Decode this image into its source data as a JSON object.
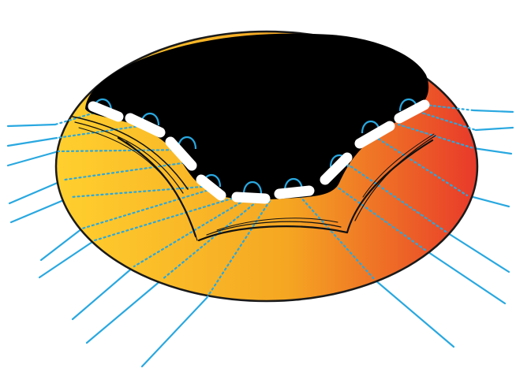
{
  "figure": {
    "kind": "anatomical-illustration",
    "colors": {
      "gradient_left": "#ffd02e",
      "gradient_mid": "#f5a622",
      "gradient_right": "#e8392a",
      "cavity": "#000000",
      "outline": "#1a1a1a",
      "suture": "#29a8e0",
      "pledget": "#ffffff"
    },
    "icons": {
      "pledget": "white-dash-pledget",
      "suture_loop": "blue-arc-loop",
      "fibers": "black-stroke-fibers"
    },
    "suture_count": 9,
    "pledget_count": 9
  }
}
